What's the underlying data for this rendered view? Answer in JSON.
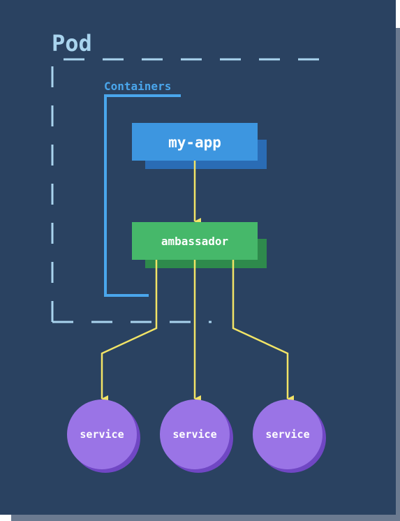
{
  "pod": {
    "title": "Pod"
  },
  "containers": {
    "label": "Containers",
    "app": {
      "label": "my-app"
    },
    "ambassador": {
      "label": "ambassador"
    }
  },
  "services": [
    {
      "label": "service"
    },
    {
      "label": "service"
    },
    {
      "label": "service"
    }
  ],
  "colors": {
    "background": "#2a4261",
    "card_shadow": "#6b7a90",
    "pod_border": "#a9d4ee",
    "containers_bracket": "#4aa6ec",
    "app_box": "#3d96e0",
    "app_box_shadow": "#2a6cb5",
    "ambassador_box": "#46b86a",
    "ambassador_box_shadow": "#2e8a4c",
    "arrow": "#f2e466",
    "service_circle": "#9a74e6",
    "service_circle_shadow": "#7047c4"
  }
}
